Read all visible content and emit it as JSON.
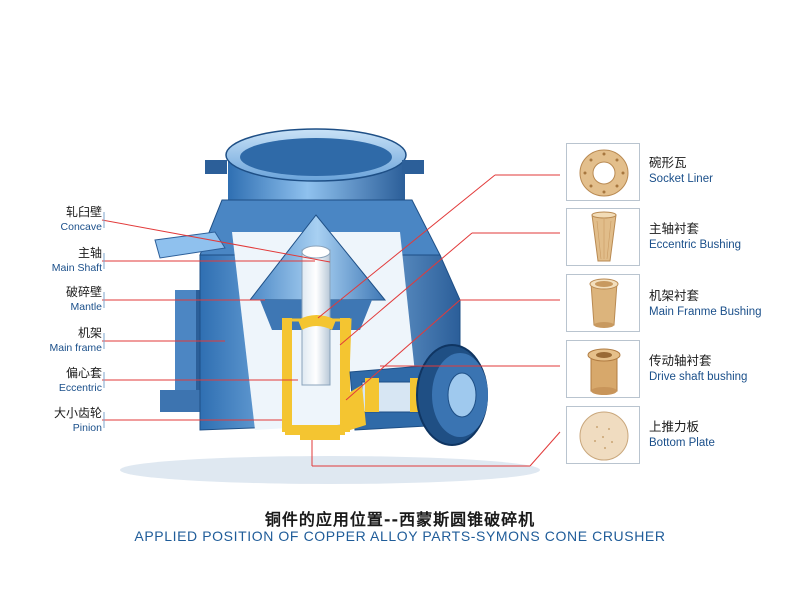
{
  "left_labels": [
    {
      "cn": "轧臼壁",
      "en": "Concave"
    },
    {
      "cn": "主轴",
      "en": "Main Shaft"
    },
    {
      "cn": "破碎壁",
      "en": "Mantle"
    },
    {
      "cn": "机架",
      "en": "Main frame"
    },
    {
      "cn": "偏心套",
      "en": "Eccentric"
    },
    {
      "cn": "大小齿轮",
      "en": "Pinion"
    }
  ],
  "parts": [
    {
      "cn": "碗形瓦",
      "en": "Socket Liner",
      "icon": "socket-liner-icon"
    },
    {
      "cn": "主轴衬套",
      "en": "Eccentric Bushing",
      "icon": "eccentric-bushing-icon"
    },
    {
      "cn": "机架衬套",
      "en": "Main Franme Bushing",
      "icon": "main-frame-bushing-icon"
    },
    {
      "cn": "传动轴衬套",
      "en": "Drive shaft bushing",
      "icon": "drive-shaft-bushing-icon"
    },
    {
      "cn": "上推力板",
      "en": "Bottom Plate",
      "icon": "bottom-plate-icon"
    }
  ],
  "title": {
    "cn": "铜件的应用位置--西蒙斯圆锥破碎机",
    "en": "APPLIED POSITION OF  COPPER ALLOY PARTS-SYMONS CONE CRUSHER"
  },
  "colors": {
    "machine_blue": "#5b9bd6",
    "machine_dark": "#1e4f86",
    "leader_red": "#e23a3a",
    "bronze": "#d9b27c",
    "highlight_yellow": "#f4c531"
  }
}
